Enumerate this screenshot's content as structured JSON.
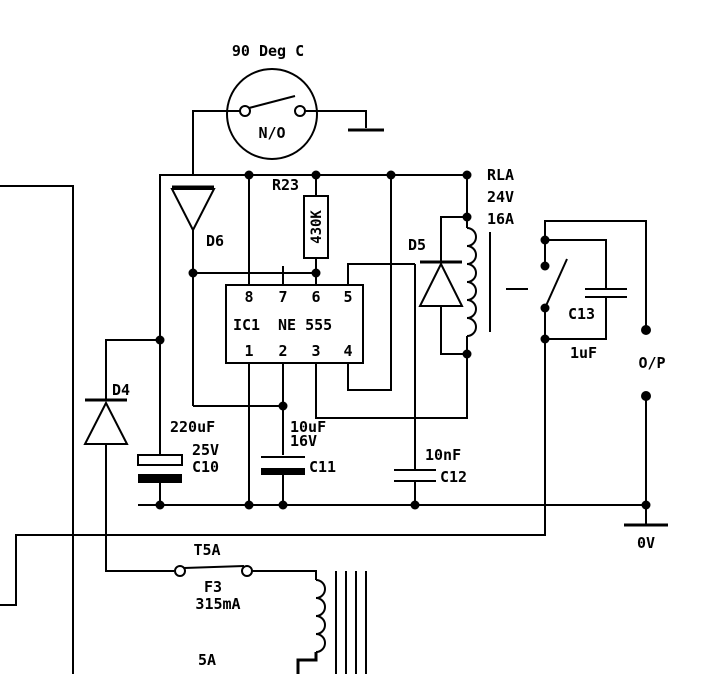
{
  "thermostat": {
    "temp_label": "90 Deg C",
    "type_label": "N/O"
  },
  "resistor_r23": {
    "ref": "R23",
    "value": "430K"
  },
  "diode_d6": {
    "ref": "D6"
  },
  "diode_d5": {
    "ref": "D5"
  },
  "diode_d4": {
    "ref": "D4"
  },
  "relay": {
    "ref": "RLA",
    "voltage": "24V",
    "current": "16A"
  },
  "ic1": {
    "ref": "IC1",
    "part": "NE 555",
    "pins_top": [
      "8",
      "7",
      "6",
      "5"
    ],
    "pins_bottom": [
      "1",
      "2",
      "3",
      "4"
    ]
  },
  "cap_c10": {
    "value": "220uF",
    "voltage": "25V",
    "ref": "C10"
  },
  "cap_c11": {
    "value": "10uF",
    "voltage": "16V",
    "ref": "C11"
  },
  "cap_c12": {
    "value": "10nF",
    "ref": "C12"
  },
  "cap_c13": {
    "ref": "C13",
    "value": "1uF"
  },
  "output": {
    "label": "O/P"
  },
  "ground": {
    "label": "0V"
  },
  "fuse_f3": {
    "rating_above": "T5A",
    "ref": "F3",
    "rating_below": "315mA"
  },
  "transformer": {
    "label": "5A"
  }
}
